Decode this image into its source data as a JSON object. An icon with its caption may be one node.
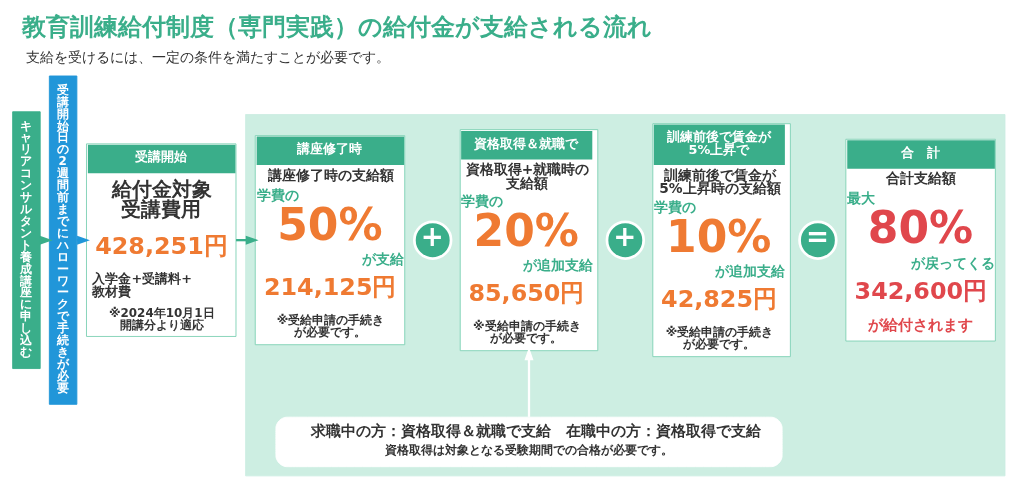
{
  "diagram": {
    "title": "教育訓練給付制度（専門実践）の給付金が支給される流れ",
    "caption": "支給を受けるには、一定の条件を満たすことが必要です。",
    "nodes": [
      {
        "text": [
          "キャリアコンサルタント養成講座に申し込む"
        ]
      },
      {
        "text": [
          "受講開始日の2週間前までにハローワークで手続きが必要"
        ]
      },
      {
        "text": [
          "受講開始",
          "給付金対象受講費用",
          "428,251円",
          "入学金+受講料+教材費",
          "※2024年10月1日開講分より適応"
        ]
      },
      {
        "text": [],
        "shape": "box"
      },
      {
        "text": [
          "講座修了時",
          "講座修了時の支給額",
          "学費の",
          "50%",
          "が支給",
          "214,125円",
          "※受給申請の手続きが必要です。"
        ],
        "in": 3
      },
      {
        "text": [
          "+"
        ],
        "in": 3
      },
      {
        "text": [
          "資格取得＆就職で",
          "資格取得+就職時の支給額",
          "学費の",
          "20%",
          "が追加支給",
          "85,650円",
          "※受給申請の手続きが必要です。"
        ],
        "in": 3
      },
      {
        "text": [
          "+"
        ],
        "in": 3
      },
      {
        "text": [
          "訓練前後で賃金が5%上昇で",
          "訓練前後で賃金が5%上昇時の支給額",
          "学費の",
          "10%",
          "が追加支給",
          "42,825円",
          "※受給申請の手続きが必要です。"
        ],
        "in": 3
      },
      {
        "text": [
          "="
        ],
        "in": 3
      },
      {
        "text": [
          "合　計",
          "合計支給額",
          "最大",
          "80%",
          "が戻ってくる",
          "342,600円",
          "が給付されます"
        ],
        "in": 3
      },
      {
        "text": [
          "求職中の方：資格取得＆就職で支給　在職中の方：資格取得で支給",
          "資格取得は対象となる受験期間での合格が必要です。"
        ],
        "in": 3
      }
    ],
    "edges": [
      {
        "from": 0,
        "to": 1,
        "arrow": "to"
      },
      {
        "from": 1,
        "to": 2,
        "arrow": "to",
        "color": "#2196d9"
      },
      {
        "from": 2,
        "to": 4,
        "arrow": "to"
      },
      {
        "from": 11,
        "to": 6,
        "arrow": "to",
        "color": "#ffffff"
      }
    ]
  }
}
